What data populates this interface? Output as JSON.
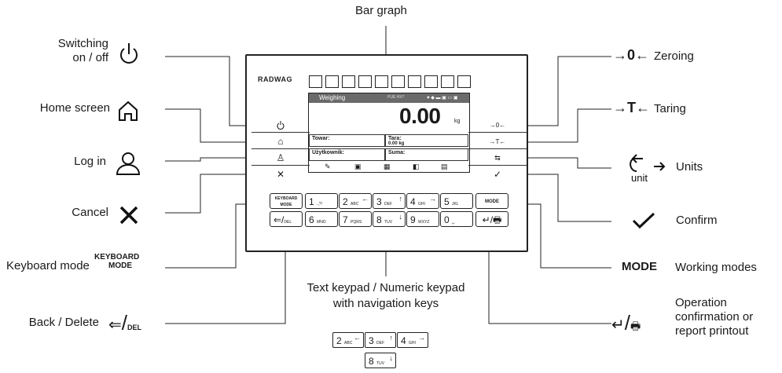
{
  "labels": {
    "bar_graph": "Bar graph",
    "switching": "Switching\non / off",
    "home_screen": "Home screen",
    "log_in": "Log in",
    "cancel": "Cancel",
    "keyboard_mode": "Keyboard mode",
    "keyboard_mode_icon_1": "KEYBOARD",
    "keyboard_mode_icon_2": "MODE",
    "back_delete": "Back / Delete",
    "del_sub": "DEL",
    "zeroing": "Zeroing",
    "taring": "Taring",
    "units": "Units",
    "unit_word": "unit",
    "confirm": "Confirm",
    "working_modes": "Working modes",
    "mode_icon": "MODE",
    "operation": "Operation\nconfirmation or\nreport printout",
    "text_keypad": "Text keypad / Numeric keypad\nwith navigation keys"
  },
  "device": {
    "logo": "RADWAG",
    "screen": {
      "title": "Weighing",
      "model": "PUE HX7",
      "value": "0.00",
      "unit": "kg",
      "towar": "Towar:",
      "tara": "Tara:",
      "tara_value": "0.00 kg",
      "uzytkownik": "Użytkownik:",
      "suma": "Suma:"
    },
    "right_keys": {
      "zero": "→0←",
      "tare": "→T←"
    },
    "keypad": {
      "kb_mode_1": "KEYBOARD",
      "kb_mode_2": "MODE",
      "mode": "MODE",
      "keys_row1": [
        {
          "n": "1",
          "s": ".,?!"
        },
        {
          "n": "2",
          "s": "ABC"
        },
        {
          "n": "3",
          "s": "DEF"
        },
        {
          "n": "4",
          "s": "GHI"
        },
        {
          "n": "5",
          "s": "JKL"
        }
      ],
      "keys_row2": [
        {
          "n": "6",
          "s": "MNO"
        },
        {
          "n": "7",
          "s": "PQRS"
        },
        {
          "n": "8",
          "s": "TUV"
        },
        {
          "n": "9",
          "s": "WXYZ"
        },
        {
          "n": "0",
          "s": "␣"
        }
      ],
      "del": "DEL"
    }
  },
  "mini_keypad": [
    {
      "n": "2",
      "s": "ABC",
      "a": "←"
    },
    {
      "n": "3",
      "s": "DEF",
      "a": "↑"
    },
    {
      "n": "4",
      "s": "GHI",
      "a": "→"
    },
    {
      "n": "8",
      "s": "TUV",
      "a": "↓"
    }
  ]
}
